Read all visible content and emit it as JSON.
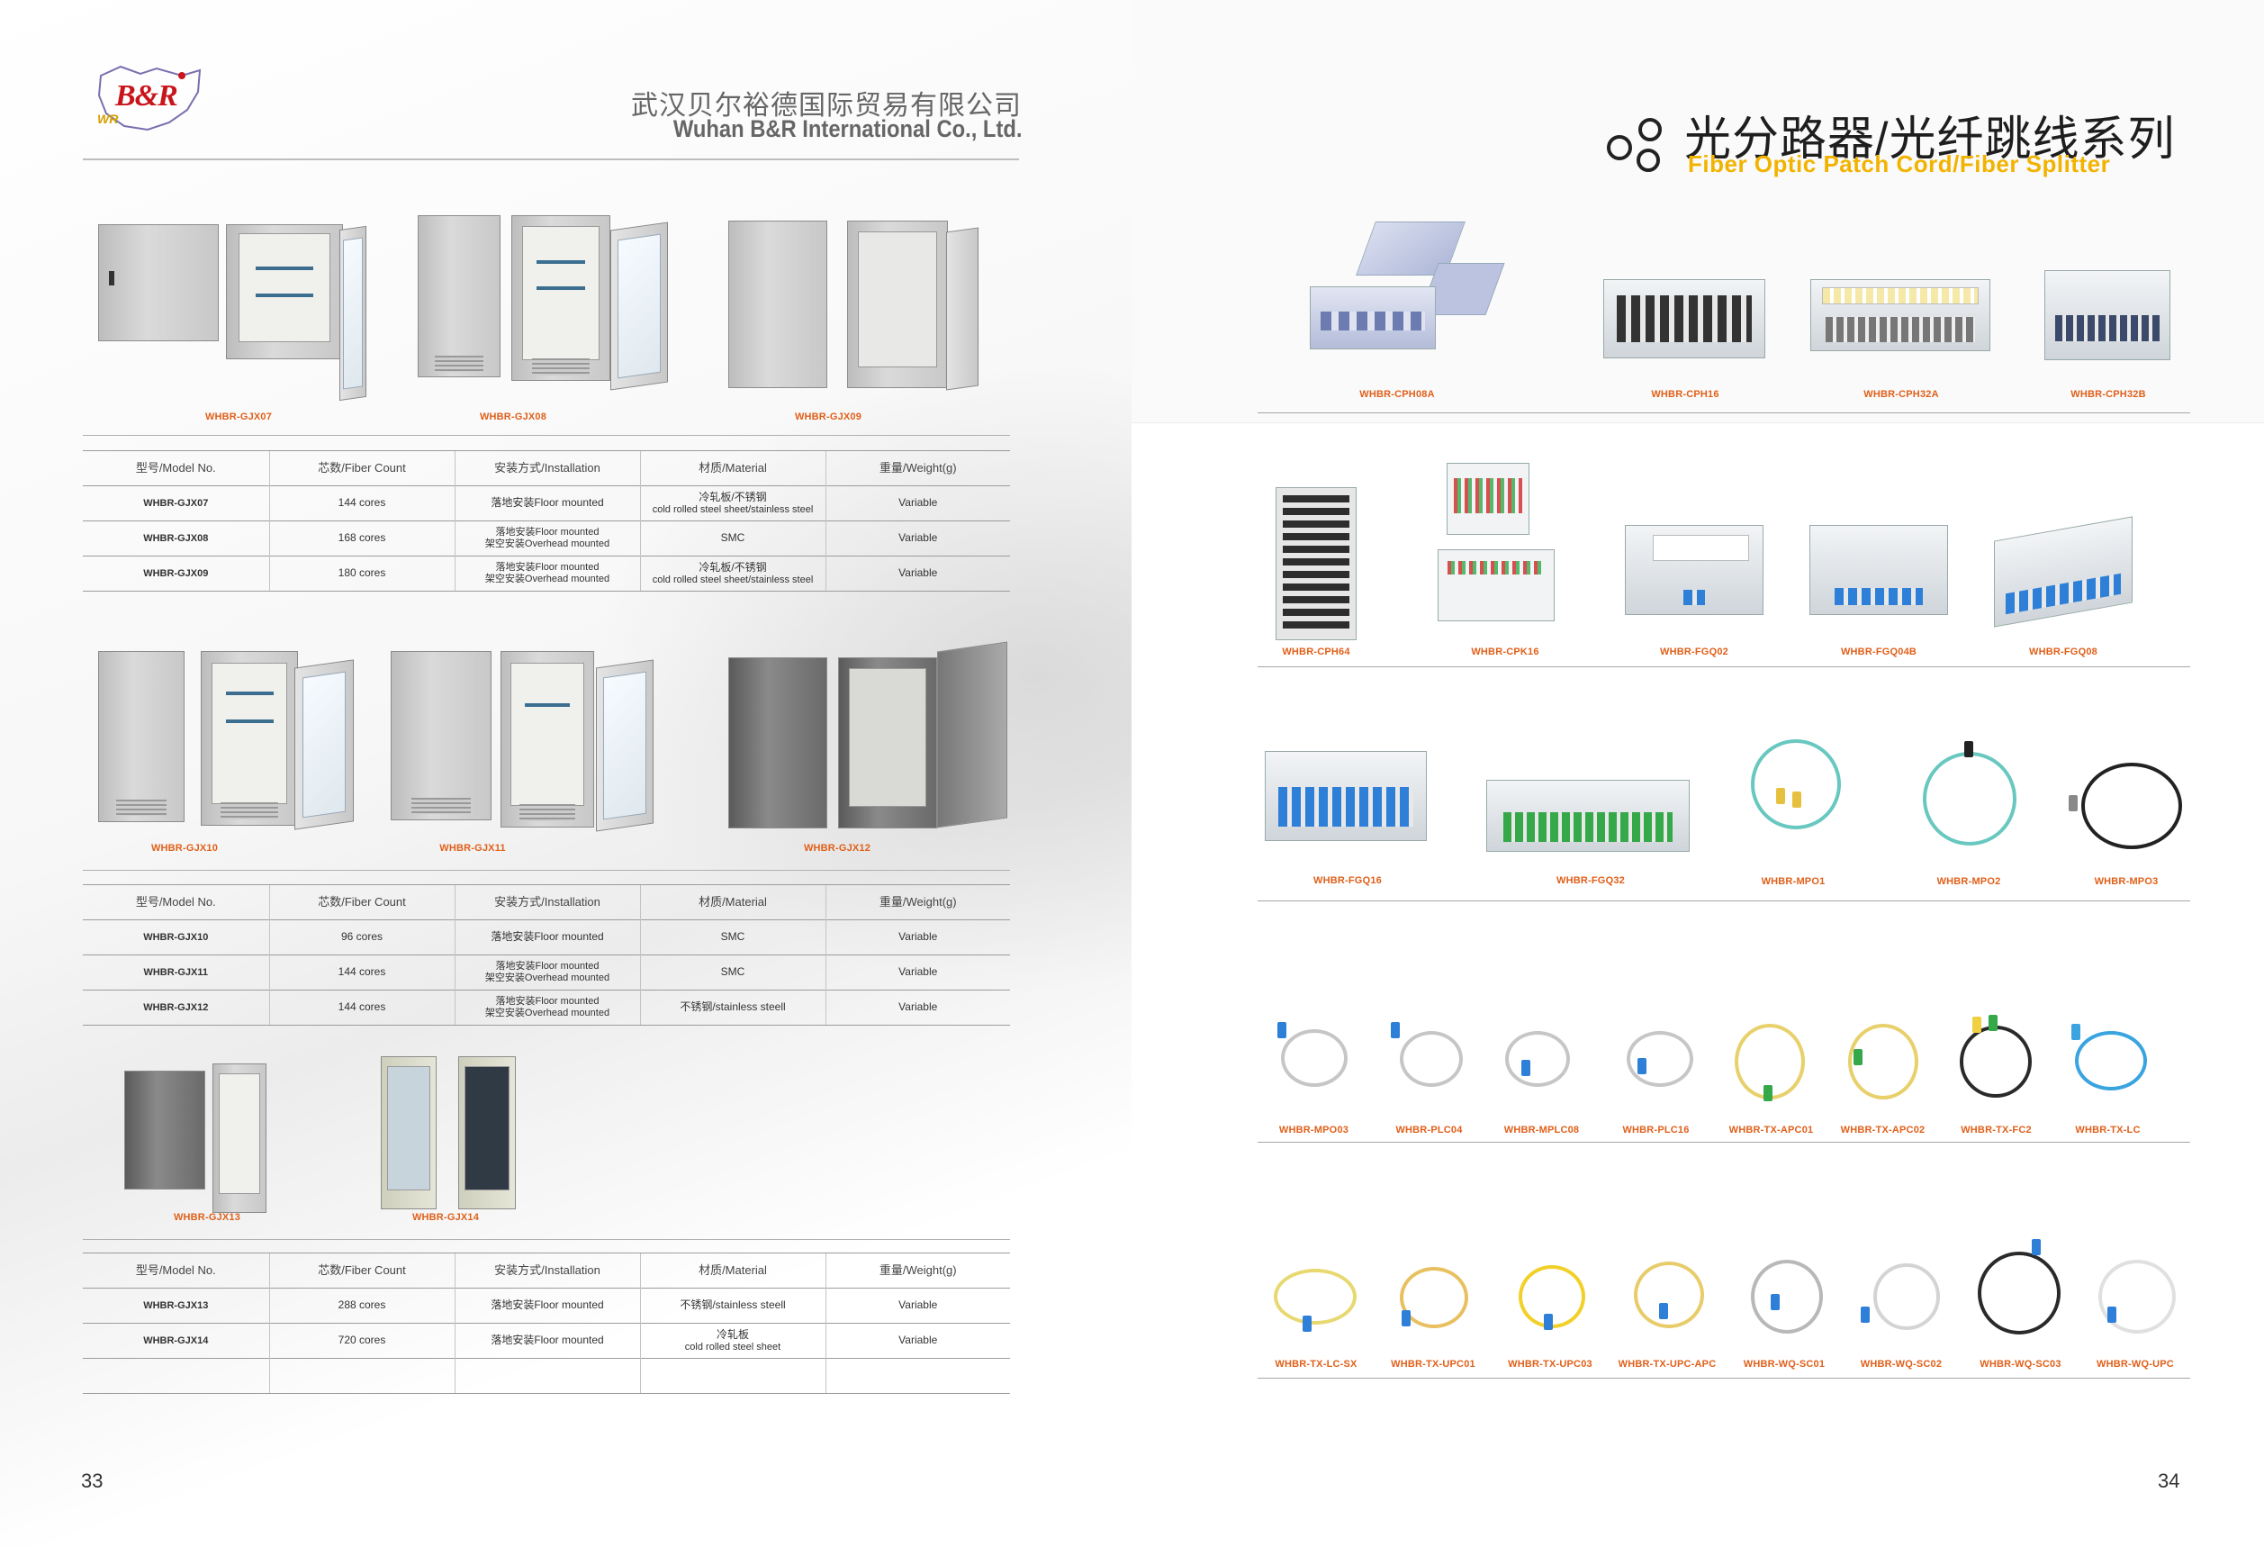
{
  "header": {
    "logo_text": "B&R",
    "logo_sub": "WR",
    "company_cn": "武汉贝尔裕德国际贸易有限公司",
    "company_en": "Wuhan B&R International Co., Ltd."
  },
  "left_page": {
    "page_number": "33",
    "group1": {
      "products": [
        "WHBR-GJX07",
        "WHBR-GJX08",
        "WHBR-GJX09"
      ],
      "headers": [
        "型号/Model No.",
        "芯数/Fiber Count",
        "安装方式/Installation",
        "材质/Material",
        "重量/Weight(g)"
      ],
      "rows": [
        {
          "model": "WHBR-GJX07",
          "count": "144 cores",
          "install": [
            "落地安装Floor mounted"
          ],
          "material": [
            "冷轧板/不锈钢",
            "cold rolled steel sheet/stainless steel"
          ],
          "weight": "Variable"
        },
        {
          "model": "WHBR-GJX08",
          "count": "168 cores",
          "install": [
            "落地安装Floor mounted",
            "架空安装Overhead mounted"
          ],
          "material": [
            "SMC"
          ],
          "weight": "Variable"
        },
        {
          "model": "WHBR-GJX09",
          "count": "180 cores",
          "install": [
            "落地安装Floor mounted",
            "架空安装Overhead mounted"
          ],
          "material": [
            "冷轧板/不锈钢",
            "cold rolled steel sheet/stainless steel"
          ],
          "weight": "Variable"
        }
      ]
    },
    "group2": {
      "products": [
        "WHBR-GJX10",
        "WHBR-GJX11",
        "WHBR-GJX12"
      ],
      "headers": [
        "型号/Model No.",
        "芯数/Fiber Count",
        "安装方式/Installation",
        "材质/Material",
        "重量/Weight(g)"
      ],
      "rows": [
        {
          "model": "WHBR-GJX10",
          "count": "96 cores",
          "install": [
            "落地安装Floor mounted"
          ],
          "material": [
            "SMC"
          ],
          "weight": "Variable"
        },
        {
          "model": "WHBR-GJX11",
          "count": "144 cores",
          "install": [
            "落地安装Floor mounted",
            "架空安装Overhead mounted"
          ],
          "material": [
            "SMC"
          ],
          "weight": "Variable"
        },
        {
          "model": "WHBR-GJX12",
          "count": "144 cores",
          "install": [
            "落地安装Floor mounted",
            "架空安装Overhead mounted"
          ],
          "material": [
            "不锈钢/stainless steell"
          ],
          "weight": "Variable"
        }
      ]
    },
    "group3": {
      "products": [
        "WHBR-GJX13",
        "WHBR-GJX14"
      ],
      "headers": [
        "型号/Model No.",
        "芯数/Fiber Count",
        "安装方式/Installation",
        "材质/Material",
        "重量/Weight(g)"
      ],
      "rows": [
        {
          "model": "WHBR-GJX13",
          "count": "288 cores",
          "install": [
            "落地安装Floor mounted"
          ],
          "material": [
            "不锈钢/stainless steell"
          ],
          "weight": "Variable"
        },
        {
          "model": "WHBR-GJX14",
          "count": "720 cores",
          "install": [
            "落地安装Floor mounted"
          ],
          "material": [
            "冷轧板",
            "cold rolled steel sheet"
          ],
          "weight": "Variable"
        },
        {
          "model": "",
          "count": "",
          "install": [
            ""
          ],
          "material": [
            ""
          ],
          "weight": ""
        }
      ]
    }
  },
  "right_page": {
    "page_number": "34",
    "series_cn": "光分路器/光纤跳线系列",
    "series_en": "Fiber Optic Patch Cord/Fiber Splitter",
    "row1": [
      "WHBR-CPH08A",
      "WHBR-CPH16",
      "WHBR-CPH32A",
      "WHBR-CPH32B"
    ],
    "row2": [
      "WHBR-CPH64",
      "WHBR-CPK16",
      "WHBR-FGQ02",
      "WHBR-FGQ04B",
      "WHBR-FGQ08"
    ],
    "row3": [
      "WHBR-FGQ16",
      "WHBR-FGQ32",
      "WHBR-MPO1",
      "WHBR-MPO2",
      "WHBR-MPO3"
    ],
    "row4": [
      "WHBR-MPO03",
      "WHBR-PLC04",
      "WHBR-MPLC08",
      "WHBR-PLC16",
      "WHBR-TX-APC01",
      "WHBR-TX-APC02",
      "WHBR-TX-FC2",
      "WHBR-TX-LC"
    ],
    "row5": [
      "WHBR-TX-LC-SX",
      "WHBR-TX-UPC01",
      "WHBR-TX-UPC03",
      "WHBR-TX-UPC-APC",
      "WHBR-WQ-SC01",
      "WHBR-WQ-SC02",
      "WHBR-WQ-SC03",
      "WHBR-WQ-UPC"
    ]
  },
  "colors": {
    "label_orange": "#e0601a",
    "series_yellow": "#f2b300",
    "logo_red": "#c8151b"
  }
}
